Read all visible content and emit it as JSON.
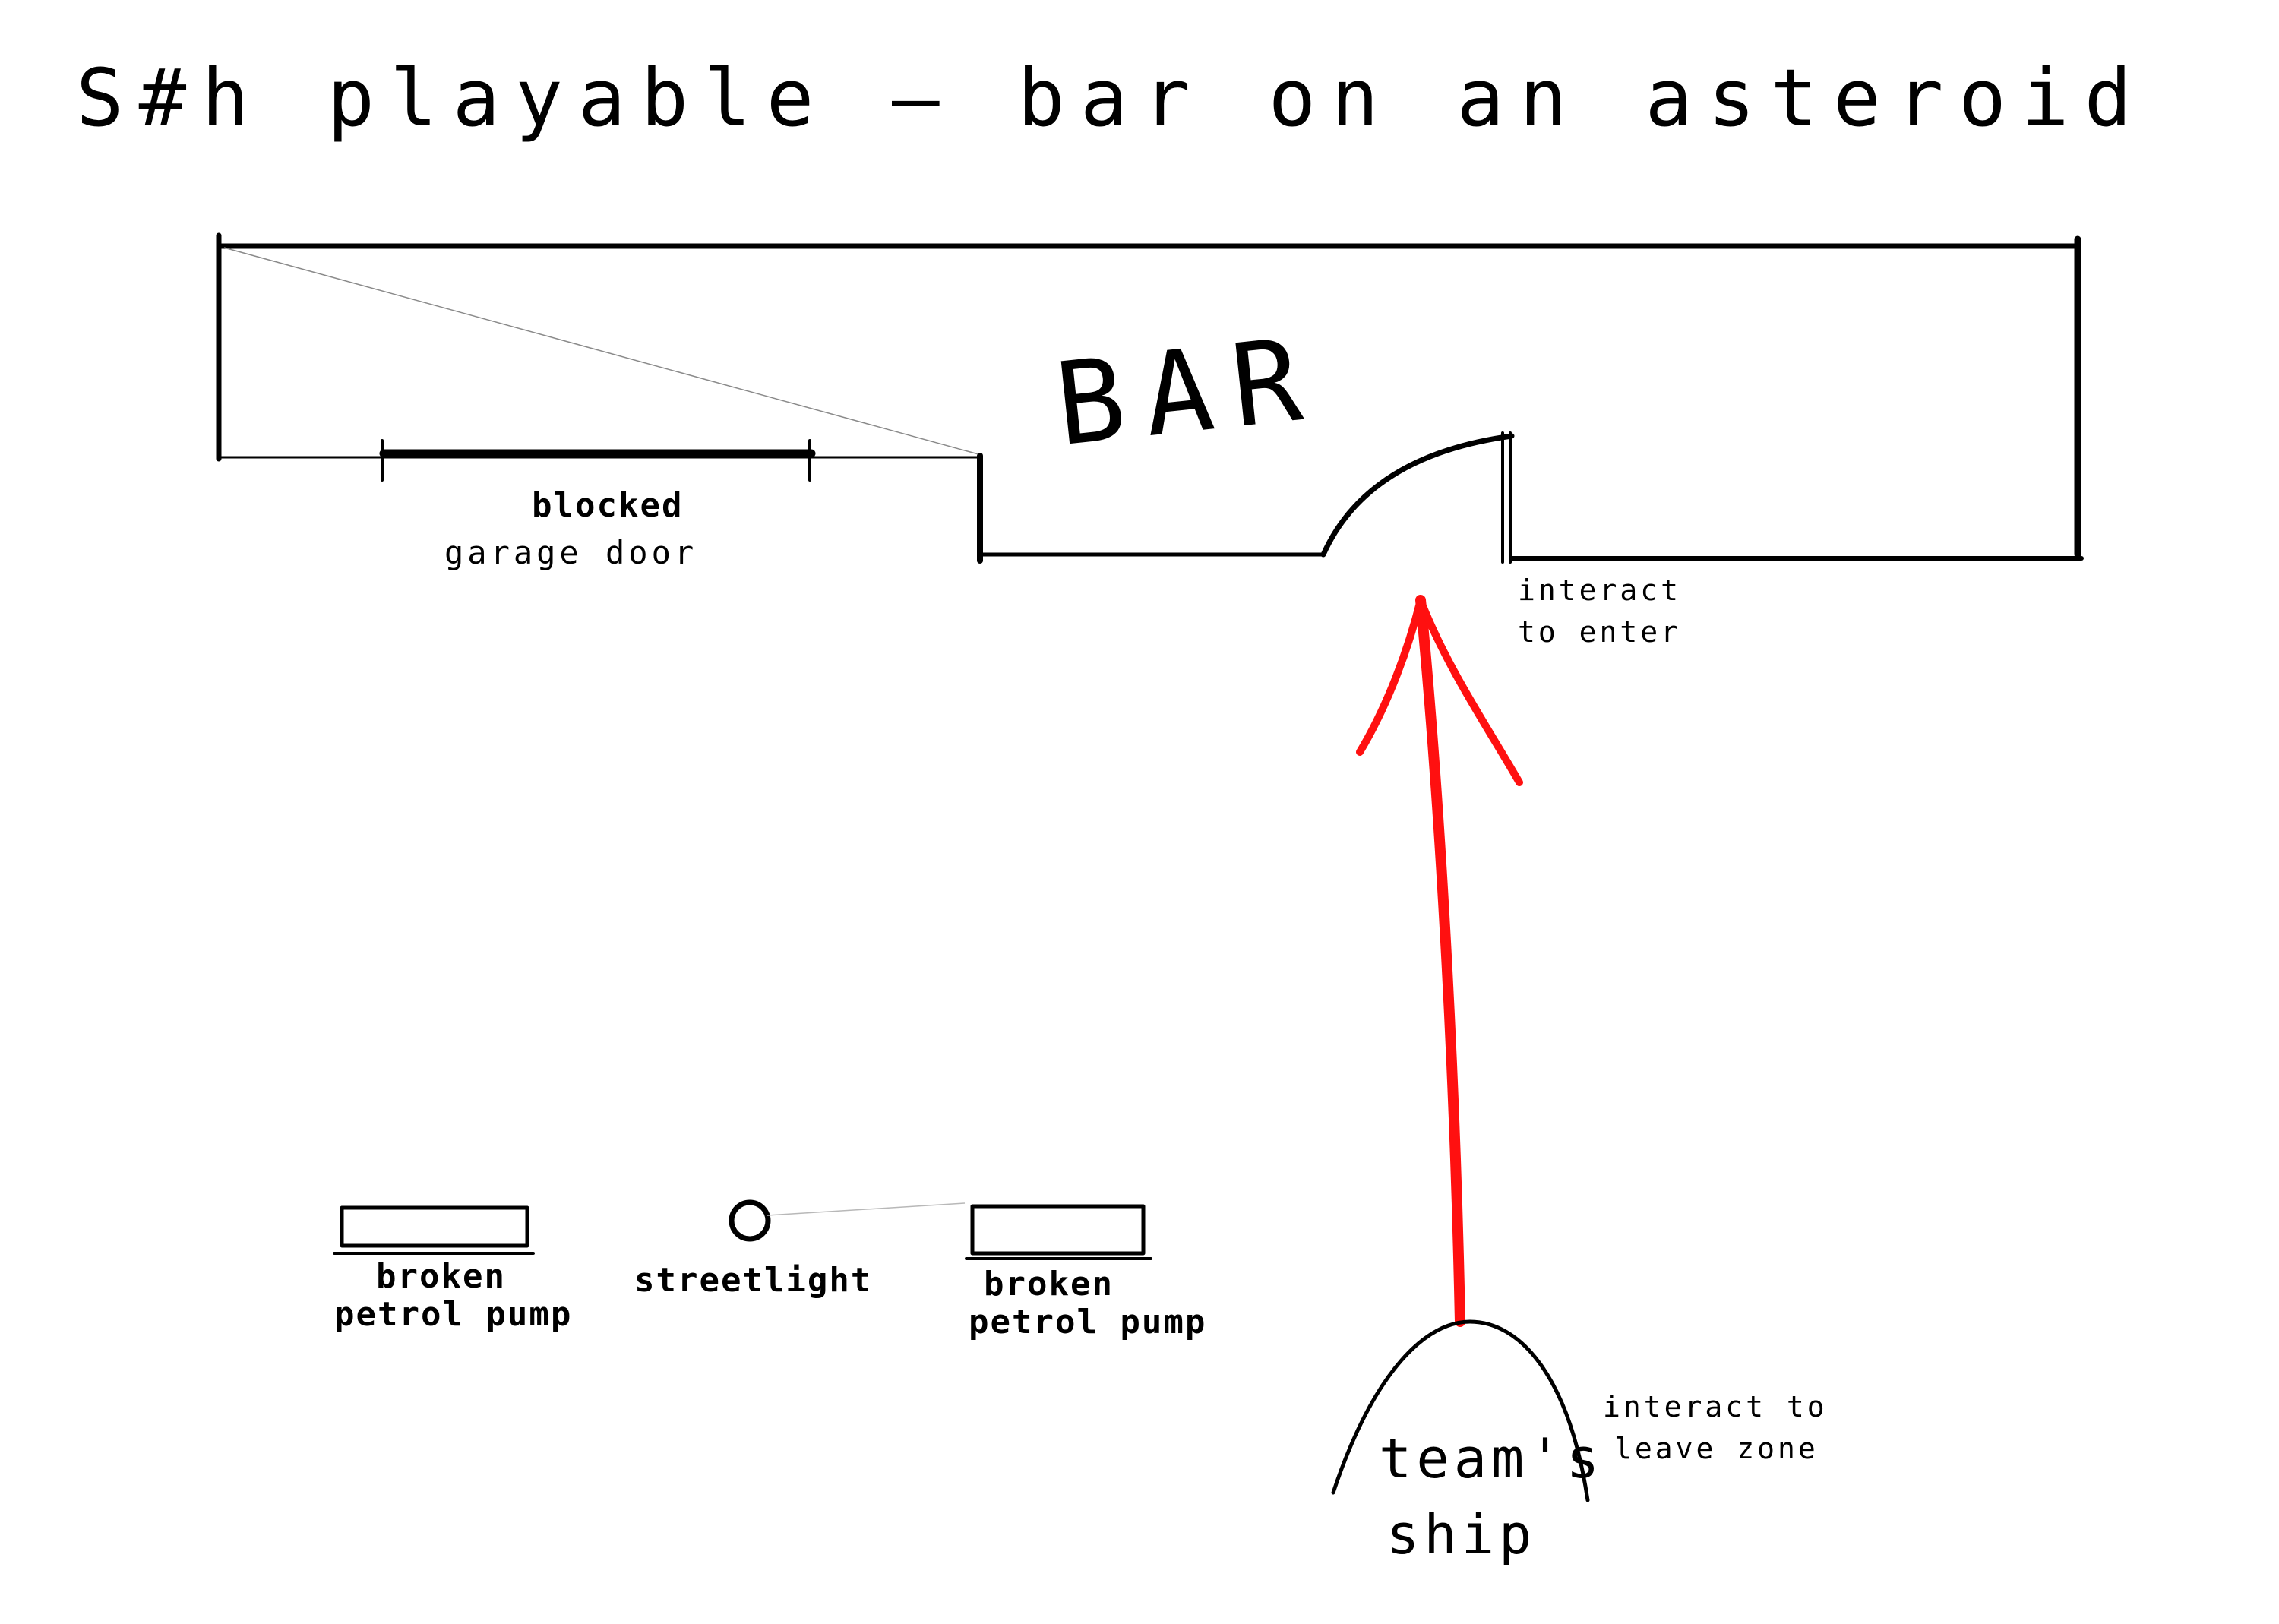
{
  "title": "S#h playable — bar on an asteroid",
  "bar_label": "BAR",
  "garage": {
    "line1": "blocked",
    "line2": "garage door"
  },
  "entrance": {
    "line1": "interact",
    "line2": "to enter"
  },
  "pumps": [
    {
      "line1": "broken",
      "line2": "petrol pump"
    },
    {
      "line1": "broken",
      "line2": "petrol pump"
    }
  ],
  "streetlight": "streetlight",
  "ship": {
    "line1": "team's",
    "line2": "ship"
  },
  "leave": {
    "line1": "interact to",
    "line2": "leave zone"
  },
  "colors": {
    "ink": "#000000",
    "arrow": "#ff1010",
    "background": "#ffffff"
  }
}
